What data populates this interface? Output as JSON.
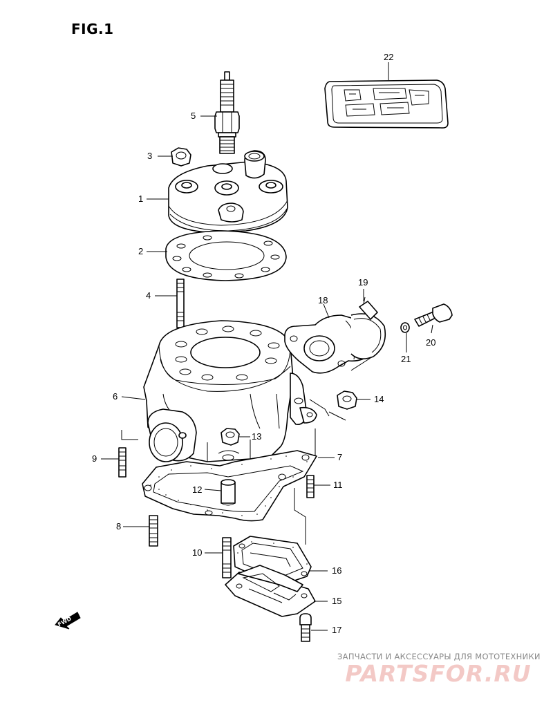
{
  "figure": {
    "title": "FIG.1"
  },
  "fwd_label": "FWD",
  "watermark": {
    "line1": "ЗАПЧАСТИ И АКСЕССУАРЫ ДЛЯ МОТОТЕХНИКИ",
    "brand": "PARTSFOR.RU"
  },
  "callouts": {
    "p1": "1",
    "p2": "2",
    "p3": "3",
    "p4": "4",
    "p5": "5",
    "p6": "6",
    "p7": "7",
    "p8": "8",
    "p9": "9",
    "p10": "10",
    "p11": "11",
    "p12": "12",
    "p13": "13",
    "p14": "14",
    "p15": "15",
    "p16": "16",
    "p17": "17",
    "p18": "18",
    "p19": "19",
    "p20": "20",
    "p21": "21",
    "p22": "22"
  },
  "colors": {
    "line": "#000000",
    "watermark_brand": "#f3c9c6",
    "watermark_text": "#888888"
  }
}
